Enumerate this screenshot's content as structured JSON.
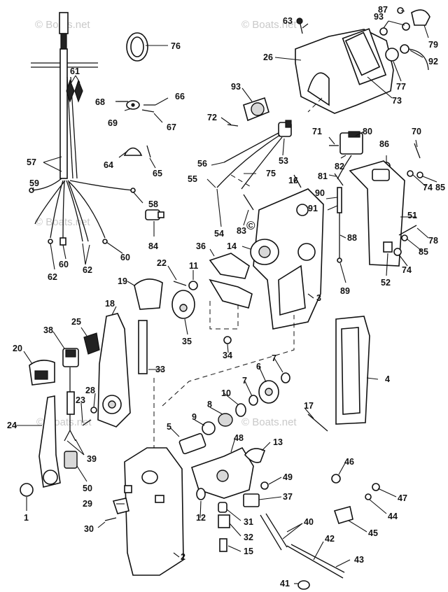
{
  "watermark_main": "© Boats.net",
  "watermark_faint": "© Boats.net",
  "callouts": [
    "1",
    "2",
    "3",
    "4",
    "5",
    "6",
    "7",
    "7",
    "8",
    "9",
    "10",
    "11",
    "12",
    "13",
    "14",
    "15",
    "16",
    "17",
    "18",
    "19",
    "20",
    "22",
    "23",
    "24",
    "25",
    "26",
    "28",
    "29",
    "30",
    "31",
    "32",
    "33",
    "34",
    "35",
    "36",
    "37",
    "38",
    "39",
    "40",
    "41",
    "42",
    "43",
    "44",
    "45",
    "46",
    "47",
    "48",
    "49",
    "50",
    "51",
    "52",
    "53",
    "54",
    "55",
    "56",
    "57",
    "58",
    "59",
    "60",
    "60",
    "61",
    "62",
    "62",
    "63",
    "64",
    "65",
    "66",
    "67",
    "68",
    "69",
    "70",
    "71",
    "72",
    "73",
    "74",
    "74",
    "75",
    "76",
    "77",
    "78",
    "79",
    "80",
    "81",
    "82",
    "83",
    "84",
    "85",
    "85",
    "86",
    "87",
    "88",
    "89",
    "90",
    "91",
    "92",
    "93",
    "93"
  ]
}
